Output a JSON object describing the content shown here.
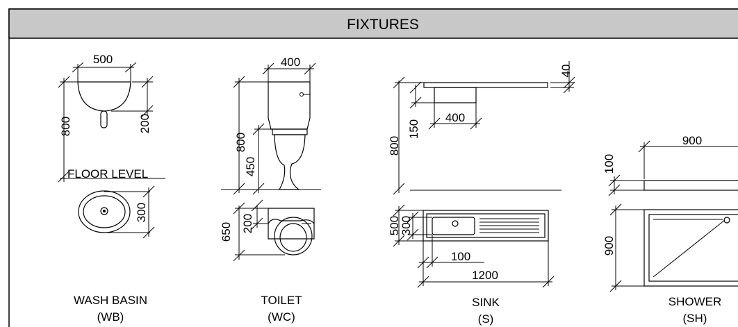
{
  "header": {
    "title": "FIXTURES"
  },
  "colors": {
    "header_bg": "#c8c8c8",
    "line": "#000000",
    "background": "#ffffff"
  },
  "wash_basin": {
    "width_dim": "500",
    "height_dim": "800",
    "bowl_depth_dim": "200",
    "plan_dim": "300",
    "floor_label": "FLOOR LEVEL",
    "label": "WASH BASIN",
    "code": "(WB)"
  },
  "toilet": {
    "width_dim": "400",
    "height_dim": "800",
    "seat_dim": "450",
    "plan_depth_dim": "650",
    "tank_dim": "200",
    "label": "TOILET",
    "code": "(WC)"
  },
  "sink": {
    "thickness_dim": "40",
    "height_dim": "800",
    "bowl_depth_dim": "150",
    "bowl_width_dim": "400",
    "plan_depth_dim": "500",
    "bowl_plan_dim": "300",
    "rim_dim": "100",
    "length_dim": "1200",
    "label": "SINK",
    "code": "(S)"
  },
  "shower": {
    "width_dim": "900",
    "tray_height_dim": "100",
    "depth_dim": "900",
    "label": "SHOWER",
    "code": "(SH)"
  }
}
